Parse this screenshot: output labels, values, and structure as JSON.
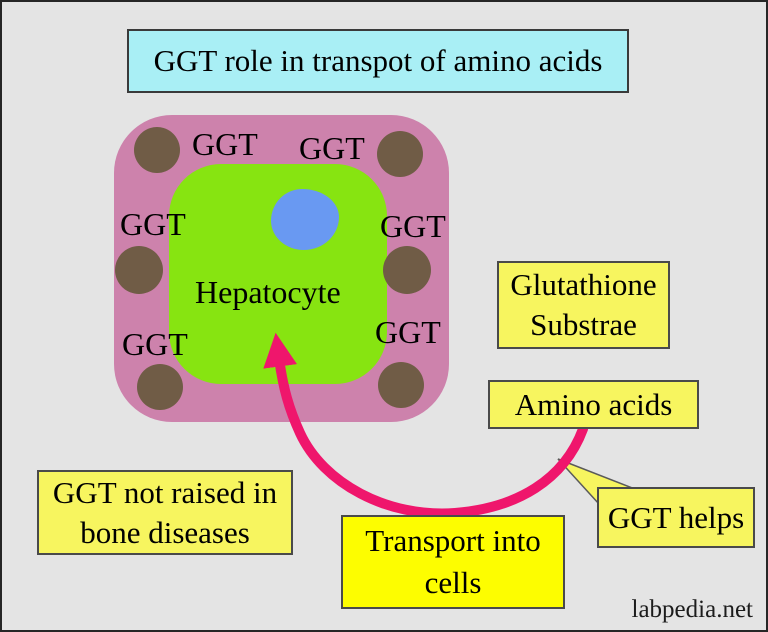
{
  "title": "GGT role in transpot of amino acids",
  "cell": {
    "name": "Hepatocyte",
    "ggt_labels": [
      "GGT",
      "GGT",
      "GGT",
      "GGT",
      "GGT",
      "GGT"
    ]
  },
  "callouts": {
    "glutathione_line1": "Glutathione",
    "glutathione_line2": "Substrae",
    "amino_acids": "Amino acids",
    "ggt_helps": "GGT helps",
    "transport_line1": "Transport into",
    "transport_line2": "cells",
    "bone_line1": "GGT not raised in",
    "bone_line2": "bone diseases"
  },
  "watermark": "labpedia.net",
  "colors": {
    "background": "#e4e4e4",
    "border": "#262626",
    "title_bg": "#a9eff5",
    "membrane": "#cd82ac",
    "cytoplasm": "#87e411",
    "nucleus": "#6999f2",
    "organelle": "#705c46",
    "arrow": "#ef166c",
    "note_yellow": "#f7f55f",
    "note_bright_yellow": "#fdfd00",
    "text": "#000000"
  }
}
